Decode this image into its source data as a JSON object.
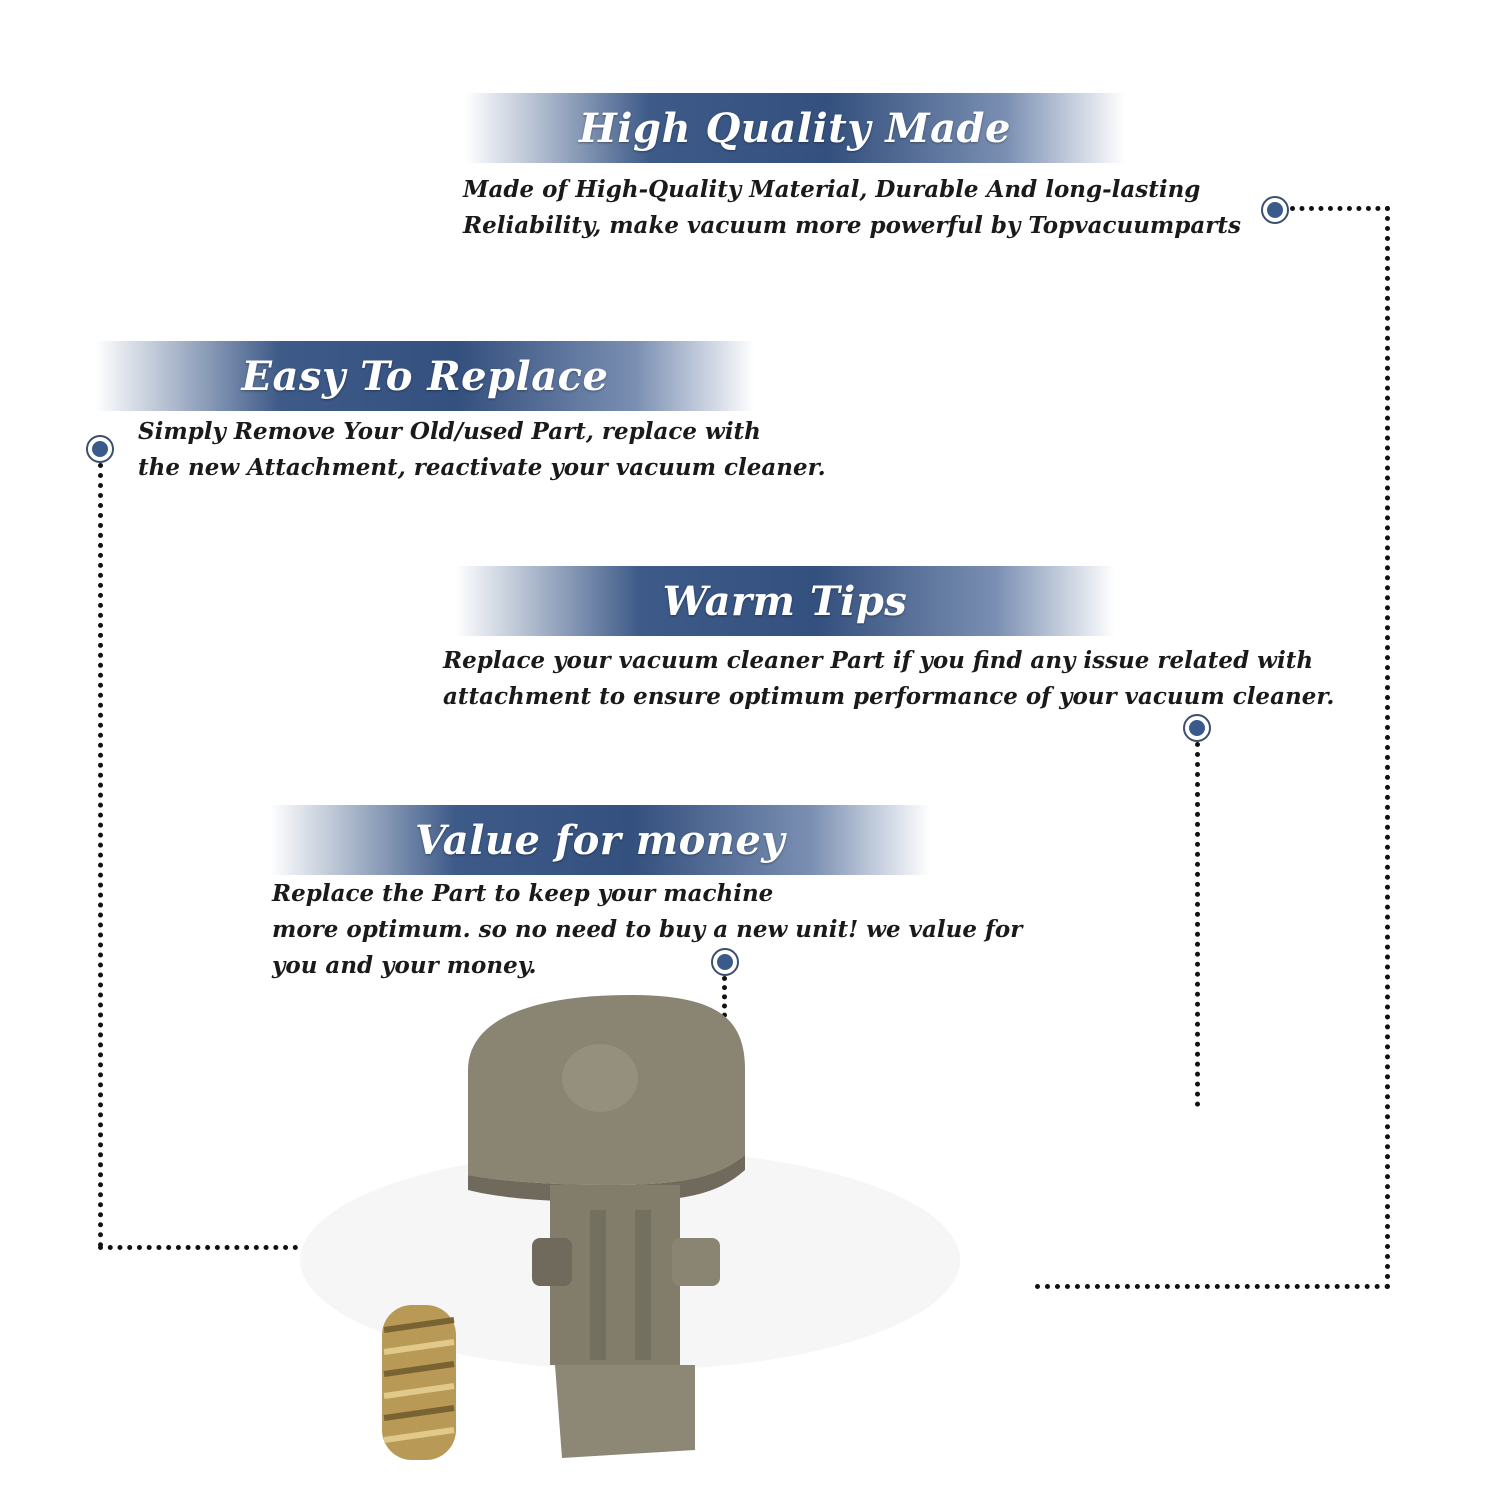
{
  "sections": [
    {
      "title": "High Quality Made",
      "lines": [
        "Made of  High-Quality Material, Durable And long-lasting",
        "Reliability, make vacuum more powerful by Topvacuumparts"
      ]
    },
    {
      "title": "Easy To Replace",
      "lines": [
        "Simply Remove Your Old/used Part, replace with",
        "the new Attachment, reactivate your vacuum cleaner."
      ]
    },
    {
      "title": "Warm Tips",
      "lines": [
        "Replace your vacuum cleaner Part if you find any issue related with",
        " attachment to ensure optimum performance of your vacuum cleaner."
      ]
    },
    {
      "title": "Value for money",
      "lines": [
        "Replace the Part to keep your machine",
        "more optimum. so no need to buy a new unit! we value for",
        "you and your money."
      ]
    }
  ],
  "colors": {
    "banner": "#3d5a88",
    "marker": "#3b5a8c",
    "text": "#1a1a1a",
    "part": "#8a8472",
    "spring": "#b89a56"
  },
  "icons": [
    "bullet-marker-icon",
    "vacuum-latch-part-icon",
    "spring-icon"
  ]
}
